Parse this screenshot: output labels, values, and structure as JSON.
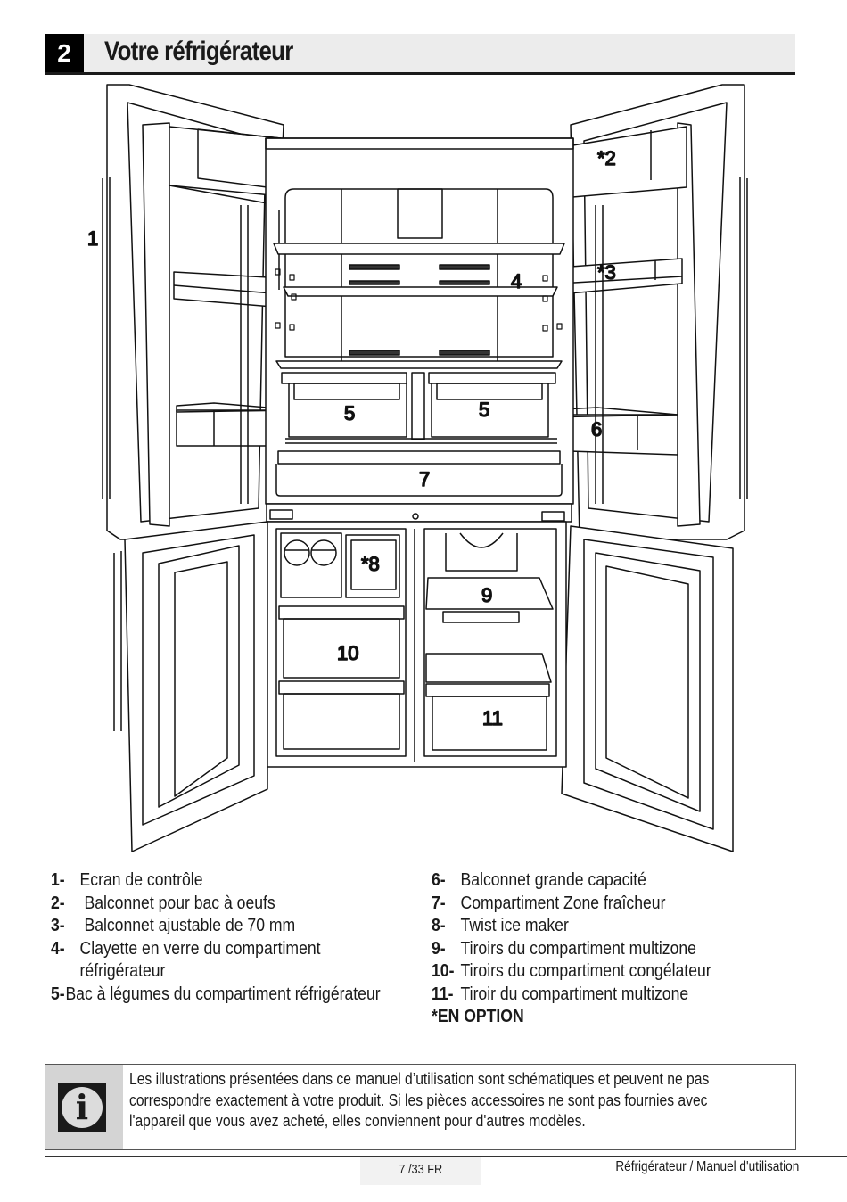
{
  "header": {
    "chapter_number": "2",
    "title": "Votre réfrigérateur"
  },
  "illustration": {
    "subject": "French-door refrigerator with open doors",
    "callouts": [
      "1",
      "*2",
      "*3",
      "4",
      "5",
      "5",
      "6",
      "7",
      "*8",
      "9",
      "10",
      "11"
    ]
  },
  "legend": {
    "left": [
      {
        "num": "1-",
        "text": "Ecran de contrôle"
      },
      {
        "num": "2-",
        "text": " Balconnet pour bac à oeufs"
      },
      {
        "num": "3-",
        "text": " Balconnet ajustable de 70 mm"
      },
      {
        "num": "4-",
        "text": "Clayette en verre du compartiment",
        "continuation": "réfrigérateur"
      },
      {
        "num": "5-",
        "text": "Bac à légumes du compartiment réfrigérateur"
      }
    ],
    "right": [
      {
        "num": "6-",
        "text": "Balconnet grande capacité"
      },
      {
        "num": "7-",
        "text": "Compartiment Zone fraîcheur"
      },
      {
        "num": "8-",
        "text": "Twist ice maker"
      },
      {
        "num": "9-",
        "text": "Tiroirs du compartiment multizone"
      },
      {
        "num": "10-",
        "text": "Tiroirs du compartiment congélateur"
      },
      {
        "num": "11-",
        "text": "Tiroir du compartiment multizone"
      }
    ],
    "option_note": "*EN OPTION"
  },
  "info_box": {
    "icon": "info-icon",
    "text": "Les illustrations présentées dans ce manuel d’utilisation sont schématiques et peuvent ne pas correspondre exactement à votre produit. Si les pièces accessoires ne sont pas fournies avec l'appareil que vous avez acheté, elles conviennent pour d'autres modèles."
  },
  "footer": {
    "page_number": "7 /33 FR",
    "document_title": "Réfrigérateur / Manuel d'utilisation"
  }
}
